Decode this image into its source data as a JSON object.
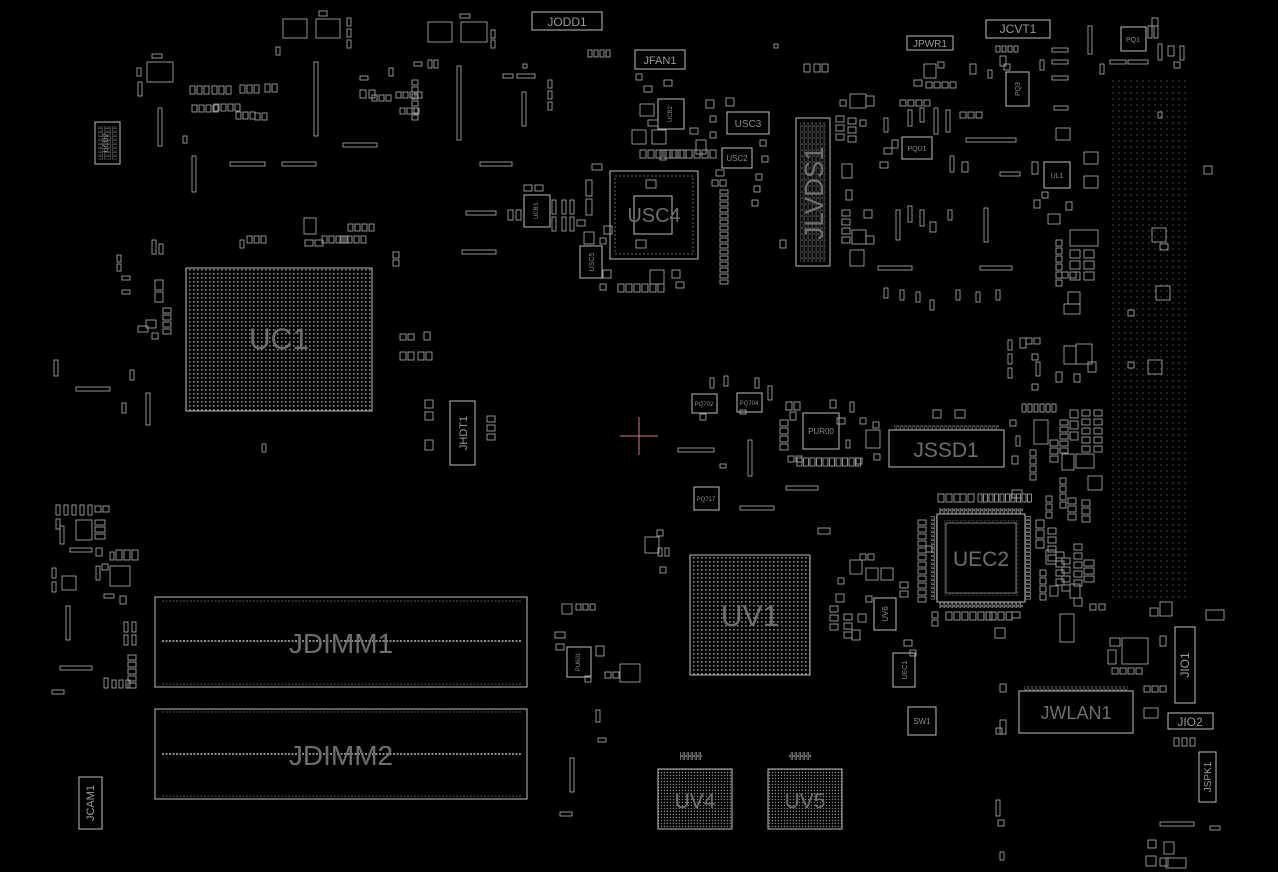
{
  "colors": {
    "background": "#000000",
    "outline": "#bdbdbd",
    "label_large": "#6e6e6e",
    "label_small": "#9a9a9a",
    "cursor": "#d87a8a"
  },
  "components": {
    "uc1": "UC1",
    "uv1": "UV1",
    "uec2": "UEC2",
    "jdimm1": "JDIMM1",
    "jdimm2": "JDIMM2",
    "jlvds1": "JLVDS1",
    "jssd1": "JSSD1",
    "jwlan1": "JWLAN1",
    "uv4": "UV4",
    "uv5": "UV5",
    "usc4": "USC4",
    "jodd1": "JODD1",
    "jfan1": "JFAN1",
    "jpwr1": "JPWR1",
    "jcvt1": "JCVT1",
    "jhdt1": "JHDT1",
    "jcam1": "JCAM1",
    "jio1": "JIO1",
    "jio2": "JIO2",
    "jspk1": "JSPK1",
    "sw1": "SW1",
    "usc3": "USC3",
    "usc2": "USC2",
    "usc5": "USC5",
    "uec1": "UEC1",
    "uv6": "UV6",
    "pur00": "PUR00",
    "pq1": "PQ1",
    "pq3": "PQ3",
    "pqu1": "PQU1",
    "ul1": "UL1",
    "pu601": "PU601",
    "ucb2": "UCB2",
    "ucb3": "UCB3",
    "pq717": "PQ717",
    "pq702": "PQ702",
    "pq704": "PQ704",
    "ucd2": "UCD2"
  }
}
